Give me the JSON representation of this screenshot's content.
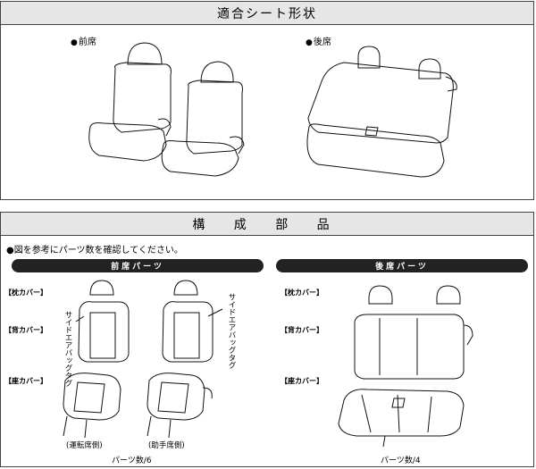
{
  "seat_section": {
    "title": "適合シート形状",
    "front_label": "前席",
    "rear_label": "後席"
  },
  "parts_section": {
    "title": "構 成 部 品",
    "note": "●図を参考にパーツ数を確認してください。",
    "front": {
      "header": "前席パーツ",
      "labels": [
        "【枕カバー】",
        "【背カバー】",
        "【座カバー】"
      ],
      "side_tag_left": "サイドエアバッグタグ",
      "side_tag_right": "サイドエアバッグタグ",
      "caption_left": "(運転席側)",
      "caption_right": "(助手席側)",
      "count": "パーツ数/6"
    },
    "rear": {
      "header": "後席パーツ",
      "labels": [
        "【枕カバー】",
        "【背カバー】",
        "【座カバー】"
      ],
      "count": "パーツ数/4"
    }
  }
}
